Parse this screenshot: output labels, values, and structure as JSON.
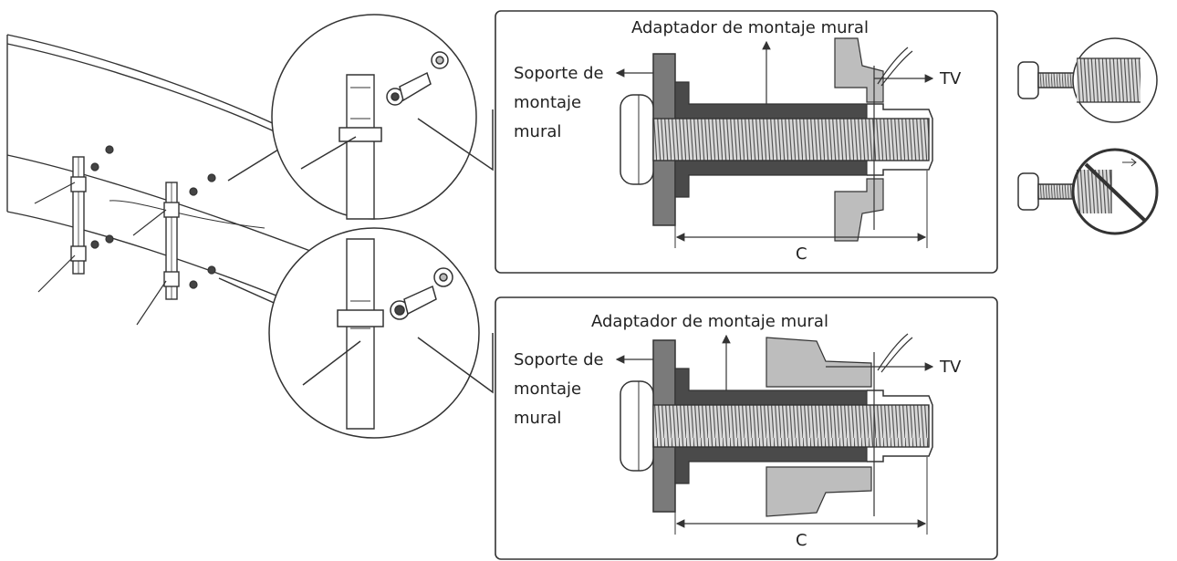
{
  "panels": [
    {
      "adapter_label": "Adaptador de montaje mural",
      "bracket_label": [
        "Soporte de",
        "montaje",
        "mural"
      ],
      "tv_label": "TV",
      "dimension_label": "C"
    },
    {
      "adapter_label": "Adaptador de montaje mural",
      "bracket_label": [
        "Soporte de",
        "montaje",
        "mural"
      ],
      "tv_label": "TV",
      "dimension_label": "C"
    }
  ],
  "icons": {
    "correct": "correct-screw-thread-icon",
    "incorrect": "incorrect-screw-thread-icon"
  },
  "colors": {
    "line": "#333333",
    "dark_fill": "#4a4a4a",
    "mid_fill": "#7a7a7a",
    "light_fill": "#bdbdbd",
    "bg": "#ffffff"
  }
}
